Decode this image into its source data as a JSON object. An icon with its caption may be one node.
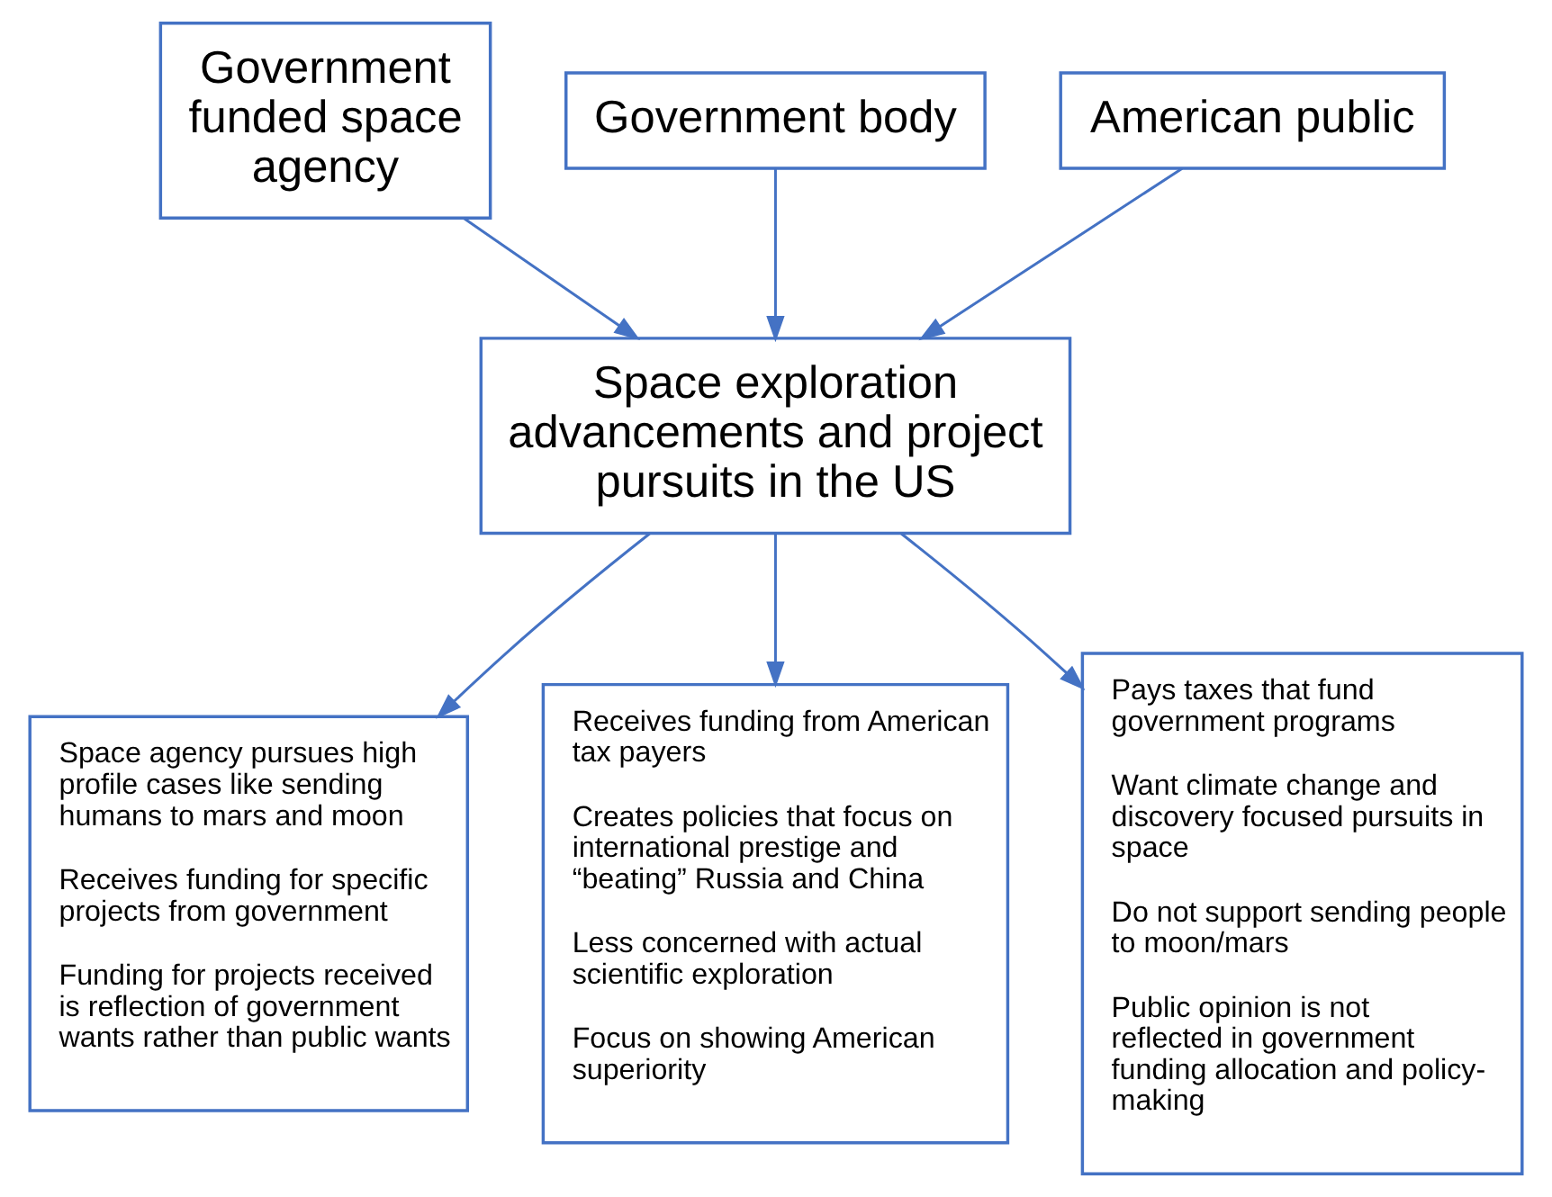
{
  "diagram": {
    "nodes": [
      {
        "text": [
          "Government funded space agency"
        ]
      },
      {
        "text": [
          "Government body"
        ]
      },
      {
        "text": [
          "American public"
        ]
      },
      {
        "text": [
          "Space exploration advancements and project pursuits in the US"
        ]
      },
      {
        "text": [
          "Space agency pursues high profile cases like sending humans to mars and moon",
          "Receives funding for specific projects from government",
          "Funding for projects received is reflection of government wants rather than public wants"
        ]
      },
      {
        "text": [
          "Receives funding from American tax payers",
          "Creates policies that focus on international prestige and “beating” Russia and China",
          "Less concerned with actual scientific exploration",
          "Focus on showing American superiority"
        ]
      },
      {
        "text": [
          "Pays taxes that fund government programs",
          "Want climate change and discovery focused pursuits in space",
          "Do not support sending people to moon/mars",
          "Public opinion is not reflected in government funding allocation and policy-making"
        ]
      }
    ],
    "edges": [
      {
        "from": 0,
        "to": 3,
        "arrow": "to"
      },
      {
        "from": 1,
        "to": 3,
        "arrow": "to"
      },
      {
        "from": 2,
        "to": 3,
        "arrow": "to"
      },
      {
        "from": 3,
        "to": 4,
        "arrow": "to"
      },
      {
        "from": 3,
        "to": 5,
        "arrow": "to"
      },
      {
        "from": 3,
        "to": 6,
        "arrow": "to"
      }
    ]
  }
}
